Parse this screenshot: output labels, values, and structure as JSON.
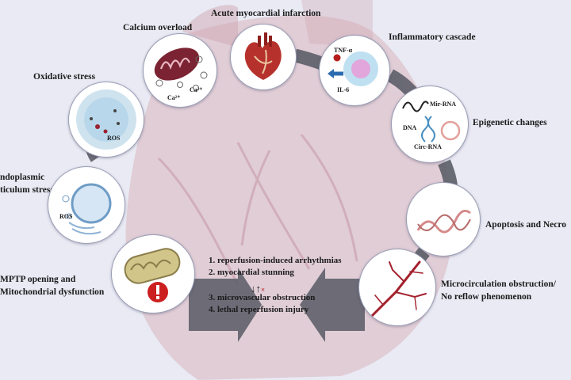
{
  "center_heart": "heart-illustration",
  "nodes": {
    "acute_mi": "Acute myocardial infarction",
    "inflammatory": "Inflammatory cascade",
    "epigenetic": "Epigenetic changes",
    "apoptosis": "Apoptosis and Necro",
    "microcirculation_line1": "Microcirculation obstruction/",
    "microcirculation_line2": "No reflow phenomenon",
    "mptp_line1": "MPTP opening and",
    "mptp_line2": "Mitochondrial dysfunction",
    "er_line1": "ndoplasmic",
    "er_line2": "ticulum stress",
    "oxidative": "Oxidative stress",
    "calcium": "Calcium overload"
  },
  "inner_labels": {
    "tnf": "TNF-α",
    "il6": "IL-6",
    "mir": "Mir-RNA",
    "dna": "DNA",
    "circ": "Circ-RNA",
    "ros_oxidative": "ROS",
    "ros_er": "ROS",
    "ca1": "Ca²⁺",
    "ca2": "Ca²⁺"
  },
  "consequences": [
    "1. reperfusion-induced arrhythmias",
    "2. myocardial stunning",
    "3. microvascular obstruction",
    "4. lethal reperfusion injury"
  ],
  "arrows_symbol": "↓↑",
  "cross_symbol": "×",
  "colors": {
    "background": "#e9eaf4",
    "heart": "#dcb8c0",
    "ring_arrow": "#5c5e66",
    "heart_icon": "#b7312c",
    "warning": "#cc1f1f"
  }
}
